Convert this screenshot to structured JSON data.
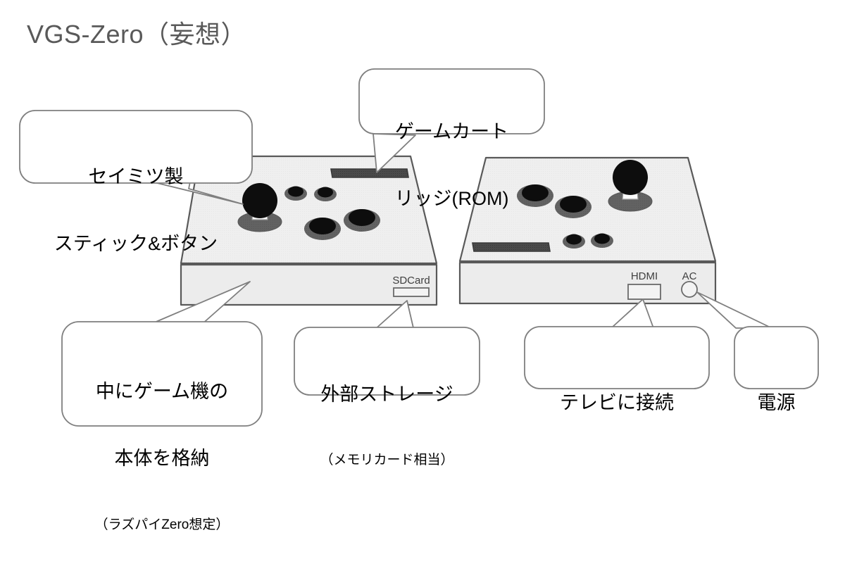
{
  "page": {
    "title": "VGS-Zero（妄想）",
    "background_color": "#ffffff",
    "title_color": "#595959"
  },
  "colors": {
    "outline": "#595959",
    "body_top": "#efefef",
    "body_front": "#ececec",
    "button_rim": "#595959",
    "button_top": "#0d0d0d",
    "cart_slot": "#404040",
    "callout_fill": "#ffffff",
    "callout_stroke": "#7f7f7f",
    "text": "#000000"
  },
  "callouts": [
    {
      "id": "stick-buttons",
      "name": "callout-stick-and-buttons",
      "lines": [
        "セイミツ製",
        "スティック&ボタン"
      ],
      "line1": "セイミツ製",
      "line2": "スティック&ボタン",
      "points_to": "joystick-left-device"
    },
    {
      "id": "cartridge",
      "name": "callout-game-cartridge",
      "lines": [
        "ゲームカート",
        "リッジ(ROM)"
      ],
      "line1": "ゲームカート",
      "line2": "リッジ(ROM)",
      "points_to": "cartridge-slot"
    },
    {
      "id": "console-inside",
      "name": "callout-console-inside",
      "lines": [
        "中にゲーム機の",
        "本体を格納"
      ],
      "line1": "中にゲーム機の",
      "line2": "本体を格納",
      "sub": "（ラズパイZero想定）",
      "points_to": "left-device-front-panel"
    },
    {
      "id": "external-storage",
      "name": "callout-external-storage",
      "lines": [
        "外部ストレージ"
      ],
      "line1": "外部ストレージ",
      "sub": "（メモリカード相当）",
      "points_to": "sdcard-slot"
    },
    {
      "id": "tv-connect",
      "name": "callout-tv-connection",
      "lines": [
        "テレビに接続"
      ],
      "line1": "テレビに接続",
      "points_to": "hdmi-port"
    },
    {
      "id": "power",
      "name": "callout-power",
      "lines": [
        "電源"
      ],
      "line1": "電源",
      "points_to": "ac-port"
    }
  ],
  "devices": {
    "left": {
      "name": "vgs-zero-unit-left",
      "orientation": "left-handed-stick",
      "ports": [
        {
          "id": "sdcard",
          "label": "SDCard",
          "shape": "slot"
        }
      ],
      "controls": {
        "joystick": 1,
        "buttons": 4,
        "cartridge_slot": 1
      }
    },
    "right": {
      "name": "vgs-zero-unit-right",
      "orientation": "right-handed-stick",
      "ports": [
        {
          "id": "hdmi",
          "label": "HDMI",
          "shape": "rect"
        },
        {
          "id": "ac",
          "label": "AC",
          "shape": "circle"
        }
      ],
      "controls": {
        "joystick": 1,
        "buttons": 4,
        "cartridge_slot": 1
      }
    }
  },
  "port_labels": {
    "sdcard": "SDCard",
    "hdmi": "HDMI",
    "ac": "AC"
  }
}
